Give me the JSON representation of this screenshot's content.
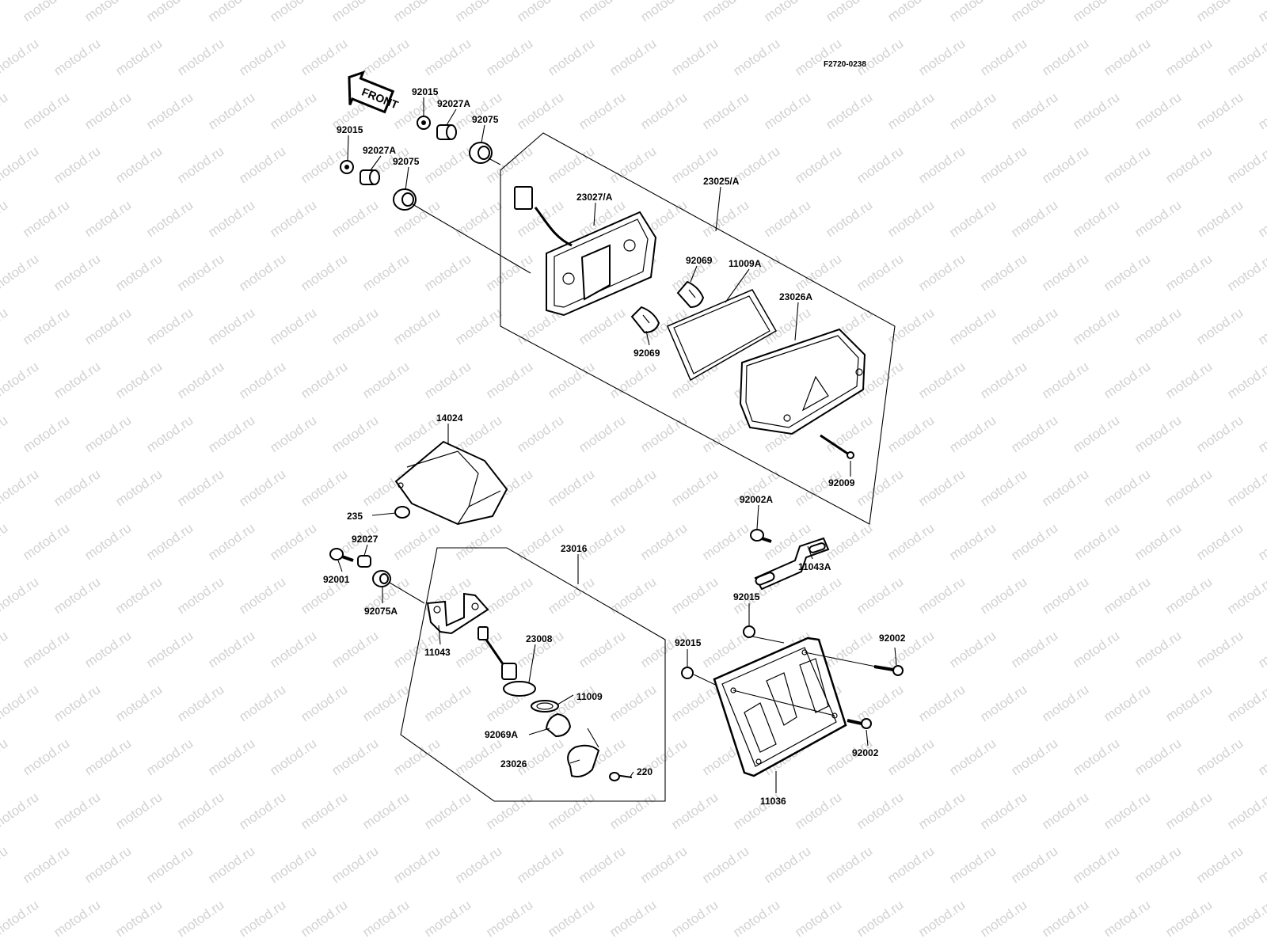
{
  "figure_code": "F2720-0238",
  "front_label": "FRONT",
  "watermark": "motod.ru",
  "labels": {
    "l92015_a": "92015",
    "l92027A_a": "92027A",
    "l92075_a": "92075",
    "l92015_b": "92015",
    "l92027A_b": "92027A",
    "l92075_b": "92075",
    "l23027A": "23027/A",
    "l23025A": "23025/A",
    "l92069_a": "92069",
    "l11009A": "11009A",
    "l23026A": "23026A",
    "l92069_b": "92069",
    "l14024": "14024",
    "l235": "235",
    "l92009": "92009",
    "l92002A": "92002A",
    "l11043A": "11043A",
    "l92027": "92027",
    "l92001": "92001",
    "l92075A": "92075A",
    "l23016": "23016",
    "l11043": "11043",
    "l23008": "23008",
    "l11009": "11009",
    "l92069A": "92069A",
    "l23026": "23026",
    "l220": "220",
    "l92015_c": "92015",
    "l92015_d": "92015",
    "l92002_a": "92002",
    "l92002_b": "92002",
    "l11036": "11036"
  }
}
